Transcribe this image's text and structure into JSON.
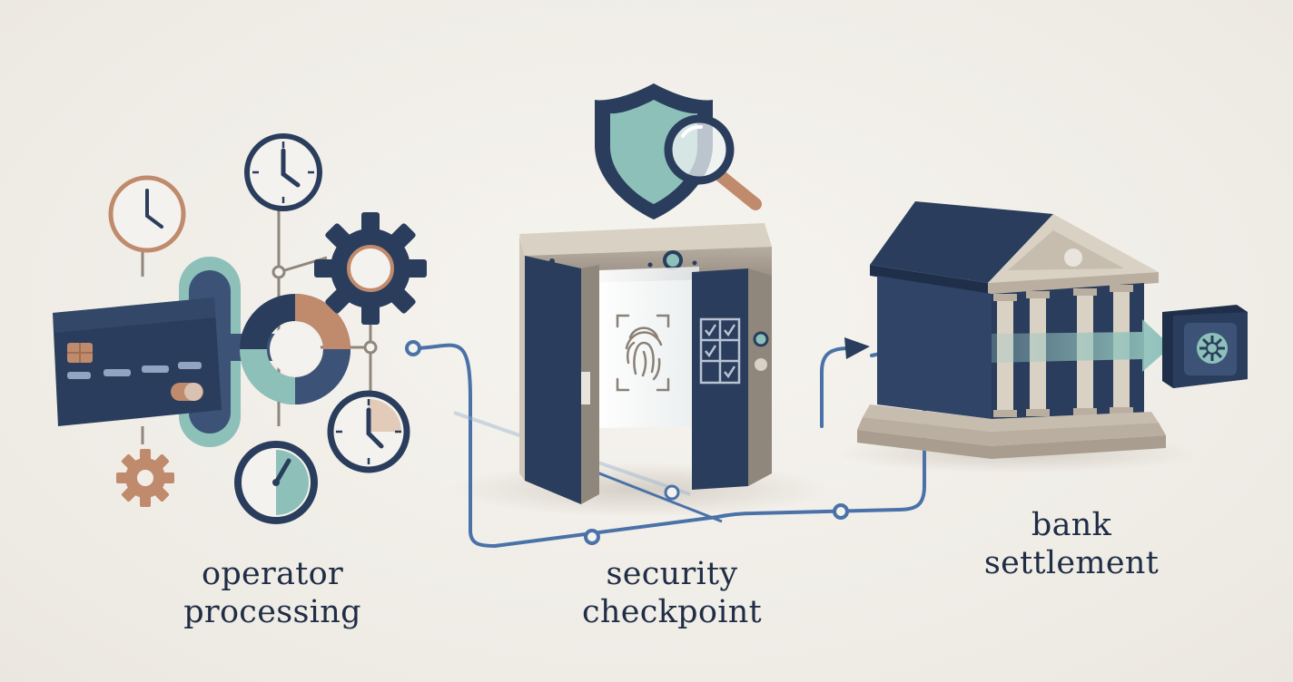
{
  "stages": [
    {
      "id": "operator",
      "label_line1": "operator",
      "label_line2": "processing"
    },
    {
      "id": "security",
      "label_line1": "security",
      "label_line2": "checkpoint"
    },
    {
      "id": "bank",
      "label_line1": "bank",
      "label_line2": "settlement"
    }
  ],
  "colors": {
    "navy": "#2a3d5c",
    "teal": "#8cc0b9",
    "copper": "#c08a6c",
    "taupe": "#8f867c",
    "stone": "#d9d1c4",
    "flow_line": "#4a72a8",
    "text": "#1f2d45"
  },
  "icons": [
    "credit-card-icon",
    "clock-icon",
    "gear-icon",
    "shield-icon",
    "magnifier-icon",
    "fingerprint-icon",
    "checklist-icon",
    "bank-icon",
    "safe-icon",
    "arrow-icon"
  ]
}
